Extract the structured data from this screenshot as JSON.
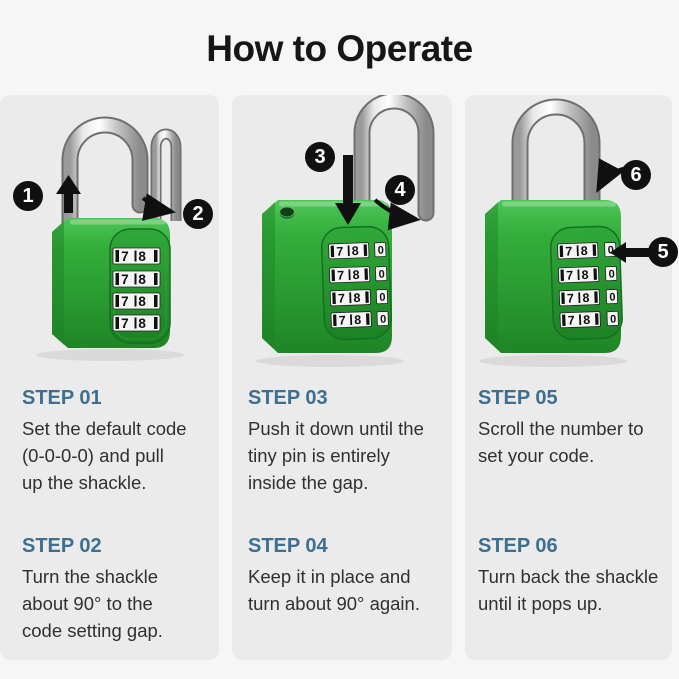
{
  "title": "How to Operate",
  "colors": {
    "page_background": "#f6f6f6",
    "card_background": "#ebebeb",
    "lock_green": "#2fa036",
    "lock_green_dark": "#1f8526",
    "heading_blue": "#3d6f90",
    "body_text": "#303030",
    "badge_black": "#101010"
  },
  "padlocks": {
    "dial_digits": "7 8",
    "side_digit": "0",
    "badges": [
      "1",
      "2",
      "3",
      "4",
      "5",
      "6"
    ]
  },
  "steps": [
    {
      "heading": "STEP 01",
      "body": "Set the default code\n(0-0-0-0) and pull\nup the shackle."
    },
    {
      "heading": "STEP 02",
      "body": "Turn the shackle\nabout 90° to the\ncode setting gap."
    },
    {
      "heading": "STEP 03",
      "body": "Push it down until the\ntiny pin is entirely\ninside the gap."
    },
    {
      "heading": "STEP 04",
      "body": "Keep it in place and\nturn about 90° again."
    },
    {
      "heading": "STEP 05",
      "body": "Scroll the number to\nset your code."
    },
    {
      "heading": "STEP 06",
      "body": "Turn back the shackle\nuntil it pops up."
    }
  ]
}
